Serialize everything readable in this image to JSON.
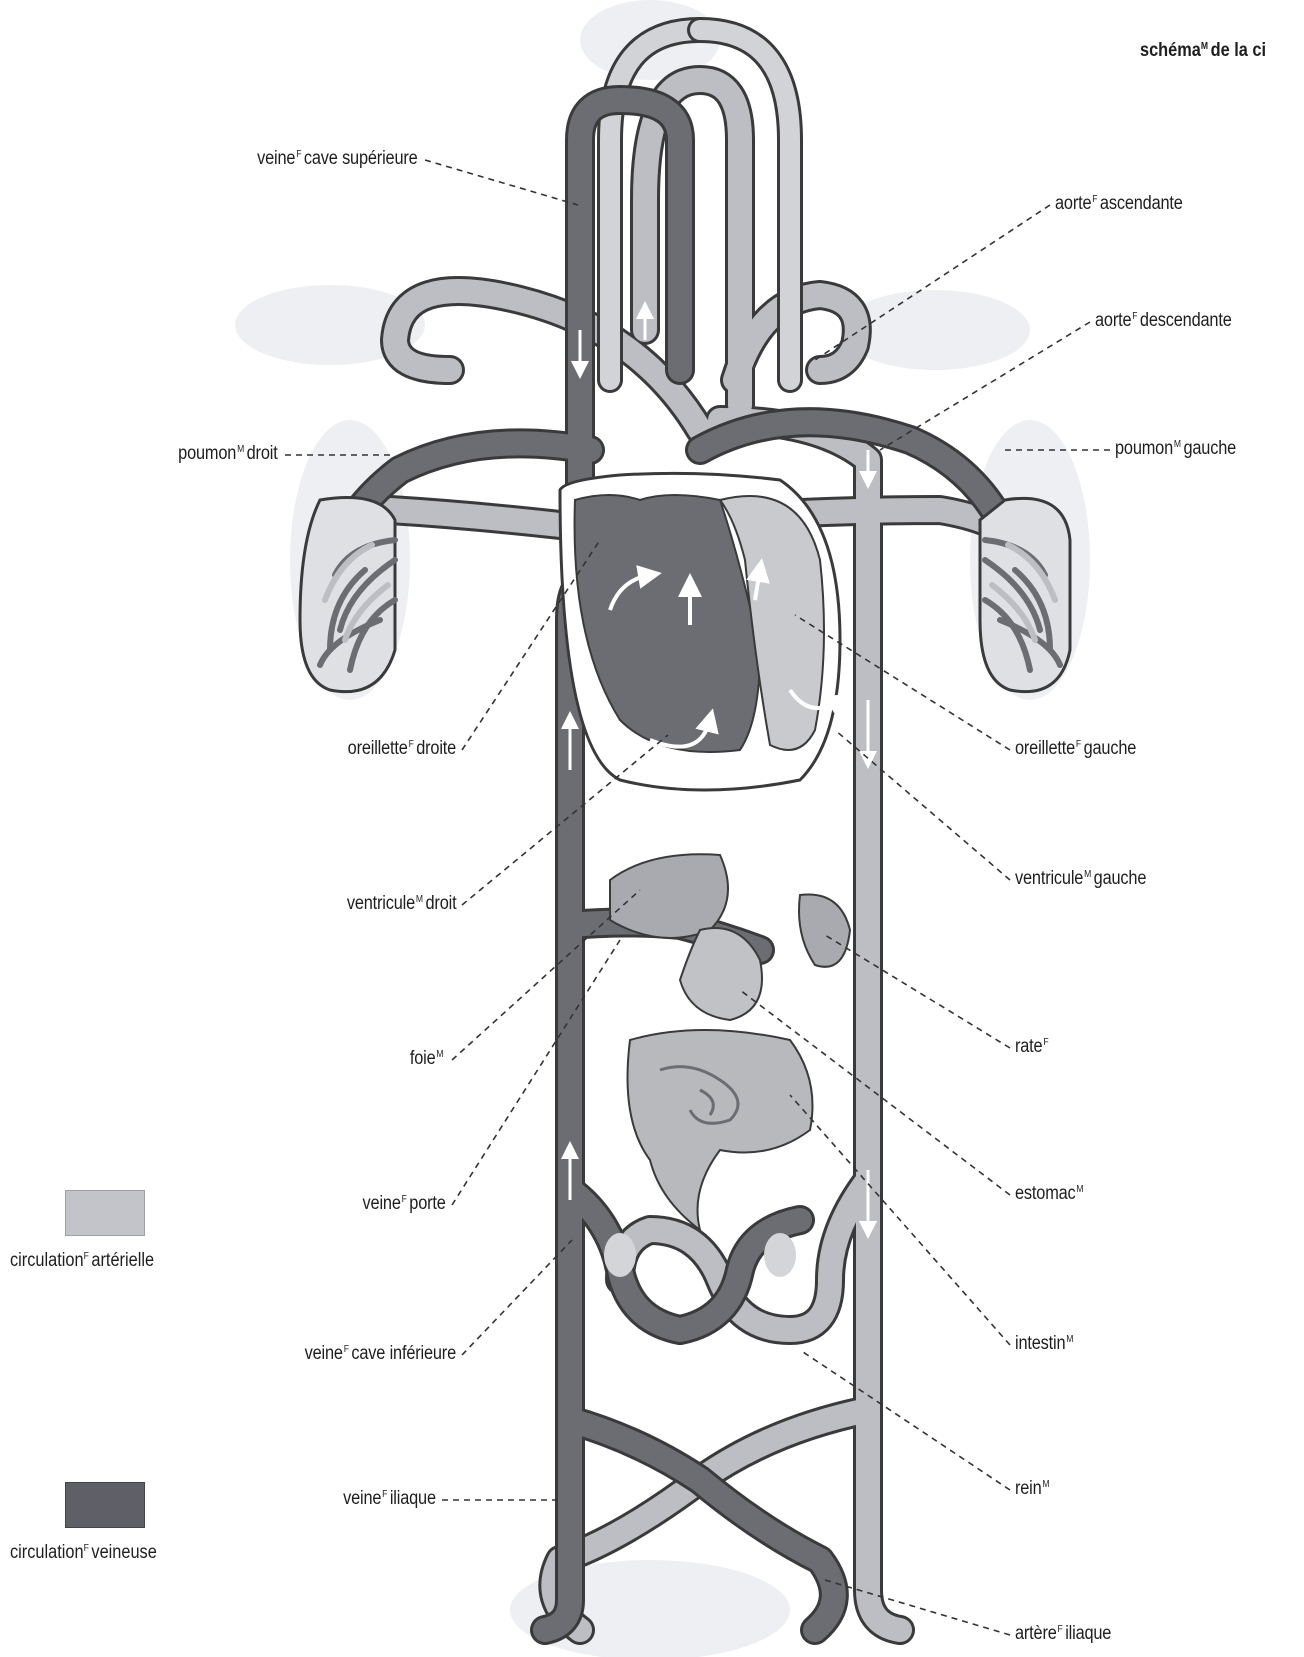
{
  "title": {
    "text": "schéma",
    "sup": "M",
    "tail": "de la ci"
  },
  "colors": {
    "arterial": "#bdbec3",
    "venous": "#6c6d73",
    "halo": "#e7e8ec",
    "outline": "#3a3a3a",
    "organ": "#a9aab0"
  },
  "labels": {
    "vcs": {
      "text": "veine",
      "sup": "F",
      "rest": "cave supérieure"
    },
    "pd": {
      "text": "poumon",
      "sup": "M",
      "rest": "droit"
    },
    "od": {
      "text": "oreillette",
      "sup": "F",
      "rest": "droite"
    },
    "vd": {
      "text": "ventricule",
      "sup": "M",
      "rest": "droit"
    },
    "foie": {
      "text": "foie",
      "sup": "M",
      "rest": ""
    },
    "vp": {
      "text": "veine",
      "sup": "F",
      "rest": "porte"
    },
    "vci": {
      "text": "veine",
      "sup": "F",
      "rest": "cave inférieure"
    },
    "vi": {
      "text": "veine",
      "sup": "F",
      "rest": "iliaque"
    },
    "aa": {
      "text": "aorte",
      "sup": "F",
      "rest": "ascendante"
    },
    "ad": {
      "text": "aorte",
      "sup": "F",
      "rest": "descendante"
    },
    "pg": {
      "text": "poumon",
      "sup": "M",
      "rest": "gauche"
    },
    "og": {
      "text": "oreillette",
      "sup": "F",
      "rest": "gauche"
    },
    "vg": {
      "text": "ventricule",
      "sup": "M",
      "rest": "gauche"
    },
    "rate": {
      "text": "rate",
      "sup": "F",
      "rest": ""
    },
    "est": {
      "text": "estomac",
      "sup": "M",
      "rest": ""
    },
    "int": {
      "text": "intestin",
      "sup": "M",
      "rest": ""
    },
    "rein": {
      "text": "rein",
      "sup": "M",
      "rest": ""
    },
    "ai": {
      "text": "artère",
      "sup": "F",
      "rest": "iliaque"
    }
  },
  "legend": {
    "arterial": {
      "text": "circulation",
      "sup": "F",
      "rest": "artérielle"
    },
    "venous": {
      "text": "circulation",
      "sup": "F",
      "rest": "veineuse"
    }
  }
}
